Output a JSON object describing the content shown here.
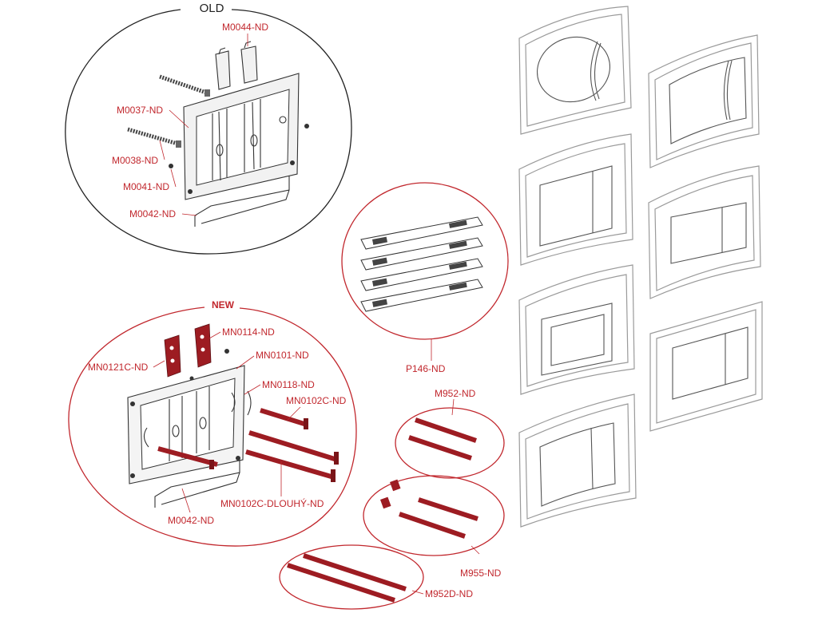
{
  "colors": {
    "accent": "#c1272d",
    "part_red": "#9d1c22",
    "line_dark": "#333333",
    "plate_gray": "#9a9a9a"
  },
  "old_group": {
    "title": "OLD",
    "labels": [
      "M0044-ND",
      "M0037-ND",
      "M0038-ND",
      "M0041-ND",
      "M0042-ND"
    ]
  },
  "new_group": {
    "title": "NEW",
    "labels": [
      "MN0114-ND",
      "MN0121C-ND",
      "MN0101-ND",
      "MN0118-ND",
      "MN0102C-ND",
      "MN0102C-DLOUHÝ-ND",
      "M0042-ND"
    ]
  },
  "accessories": {
    "p146": "P146-ND",
    "m952": "M952-ND",
    "m955": "M955-ND",
    "m952d": "M952D-ND"
  }
}
